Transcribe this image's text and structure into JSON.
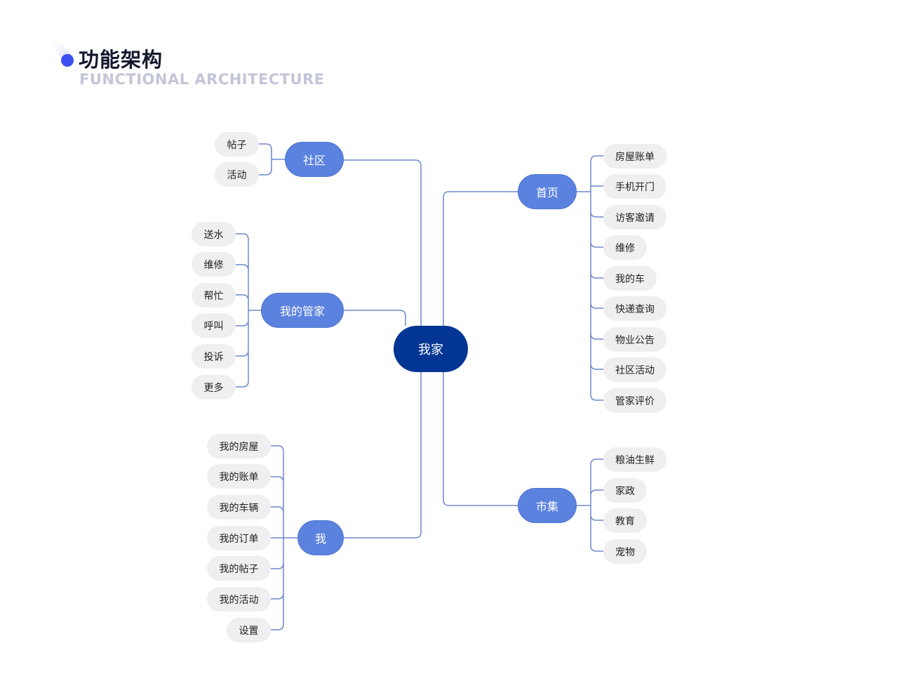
{
  "header": {
    "title": "功能架构",
    "subtitle": "FUNCTIONAL ARCHITECTURE"
  },
  "colors": {
    "root": "#033694",
    "branch": "#5b82de",
    "leaf": "#efefef",
    "line": "#6b88cc",
    "accent": "#3a50f0"
  },
  "mindmap": {
    "root": "我家",
    "branches": {
      "community": {
        "label": "社区",
        "children": [
          "帖子",
          "活动"
        ]
      },
      "butler": {
        "label": "我的管家",
        "children": [
          "送水",
          "维修",
          "帮忙",
          "呼叫",
          "投诉",
          "更多"
        ]
      },
      "me": {
        "label": "我",
        "children": [
          "我的房屋",
          "我的账单",
          "我的车辆",
          "我的订单",
          "我的帖子",
          "我的活动",
          "设置"
        ]
      },
      "home": {
        "label": "首页",
        "children": [
          "房屋账单",
          "手机开门",
          "访客邀请",
          "维修",
          "我的车",
          "快递查询",
          "物业公告",
          "社区活动",
          "管家评价"
        ]
      },
      "market": {
        "label": "市集",
        "children": [
          "粮油生鲜",
          "家政",
          "教育",
          "宠物"
        ]
      }
    }
  }
}
